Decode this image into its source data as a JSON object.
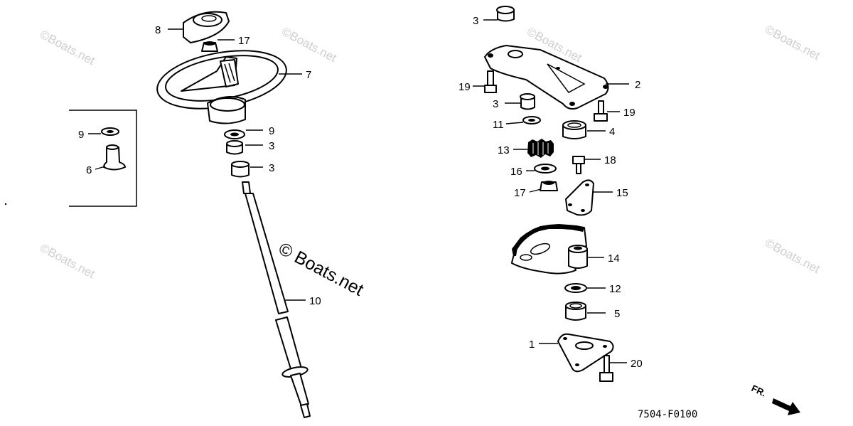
{
  "callouts": {
    "c8": "8",
    "c17a": "17",
    "c7": "7",
    "c9a": "9",
    "c3a": "3",
    "c3b": "3",
    "c9b": "9",
    "c6": "6",
    "c10": "10",
    "c3c": "3",
    "c19a": "19",
    "c2": "2",
    "c3d": "3",
    "c19b": "19",
    "c11": "11",
    "c4": "4",
    "c13": "13",
    "c18": "18",
    "c16": "16",
    "c17b": "17",
    "c15": "15",
    "c14": "14",
    "c12": "12",
    "c5": "5",
    "c1": "1",
    "c20": "20"
  },
  "watermarks": {
    "main": "© Boats.net",
    "faint": "©Boats.net"
  },
  "figure_code": "7504-F0100",
  "direction_label": "FR."
}
